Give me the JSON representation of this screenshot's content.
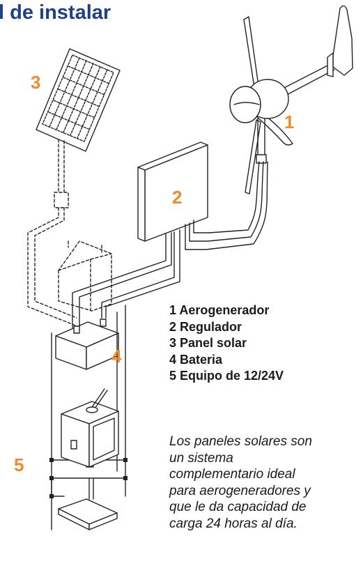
{
  "title": "l de instalar",
  "callouts": {
    "aerogenerador": "1",
    "regulador": "2",
    "panel_solar": "3",
    "bateria": "4",
    "equipo": "5"
  },
  "legend": [
    "1 Aerogenerador",
    "2 Regulador",
    "3 Panel solar",
    "4 Bateria",
    "5 Equipo de 12/24V"
  ],
  "note_lines": [
    "Los paneles solares son",
    "un sistema",
    "complementario ideal",
    "para aerogeneradores y",
    "que le da capacidad de",
    "carga 24 horas al día."
  ],
  "colors": {
    "title": "#1f3f86",
    "callout": "#ef8a2f",
    "text": "#1a1a1a"
  }
}
